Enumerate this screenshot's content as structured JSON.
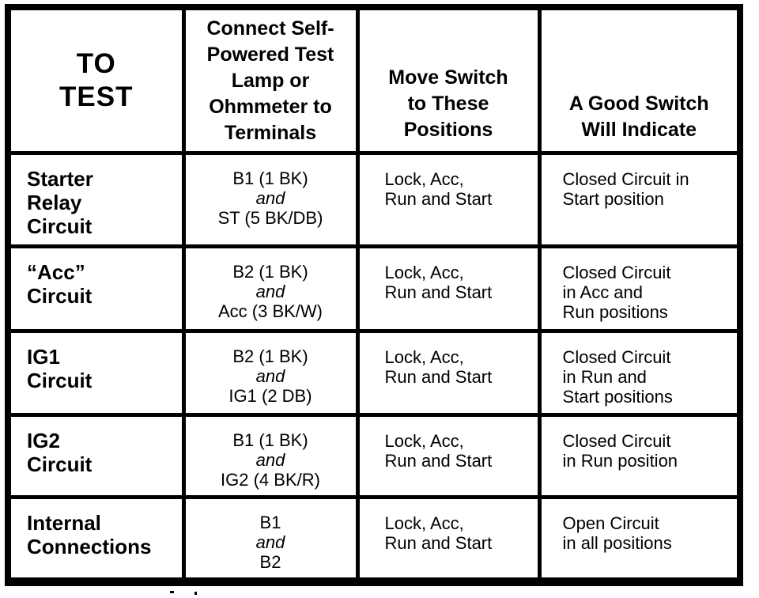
{
  "table": {
    "headers": {
      "to_test": "TO\nTEST",
      "terminals": "Connect Self-\nPowered Test\nLamp or\nOhmmeter to\nTerminals",
      "positions": "Move Switch\nto These\nPositions",
      "indication": "A Good Switch\nWill Indicate"
    },
    "rows": [
      {
        "to_test": "Starter\nRelay\nCircuit",
        "terminal_1": "B1 (1 BK)",
        "conjunction": "and",
        "terminal_2": "ST (5 BK/DB)",
        "positions": "Lock, Acc,\nRun and Start",
        "indication": "Closed Circuit in\nStart position"
      },
      {
        "to_test": "“Acc”\nCircuit",
        "terminal_1": "B2 (1 BK)",
        "conjunction": "and",
        "terminal_2": "Acc (3 BK/W)",
        "positions": "Lock, Acc,\nRun and Start",
        "indication": "Closed Circuit\nin Acc and\nRun positions"
      },
      {
        "to_test": "IG1\nCircuit",
        "terminal_1": "B2 (1 BK)",
        "conjunction": "and",
        "terminal_2": "IG1 (2 DB)",
        "positions": "Lock, Acc,\nRun and Start",
        "indication": "Closed Circuit\nin Run and\nStart positions"
      },
      {
        "to_test": "IG2\nCircuit",
        "terminal_1": "B1 (1 BK)",
        "conjunction": "and",
        "terminal_2": "IG2 (4 BK/R)",
        "positions": "Lock, Acc,\nRun and Start",
        "indication": "Closed Circuit\nin Run position"
      },
      {
        "to_test": "Internal\nConnections",
        "terminal_1": "B1",
        "conjunction": "and",
        "terminal_2": "B2",
        "positions": "Lock, Acc,\nRun and Start",
        "indication": "Open Circuit\nin all positions"
      }
    ]
  },
  "colors": {
    "ink": "#000000",
    "paper": "#ffffff"
  }
}
